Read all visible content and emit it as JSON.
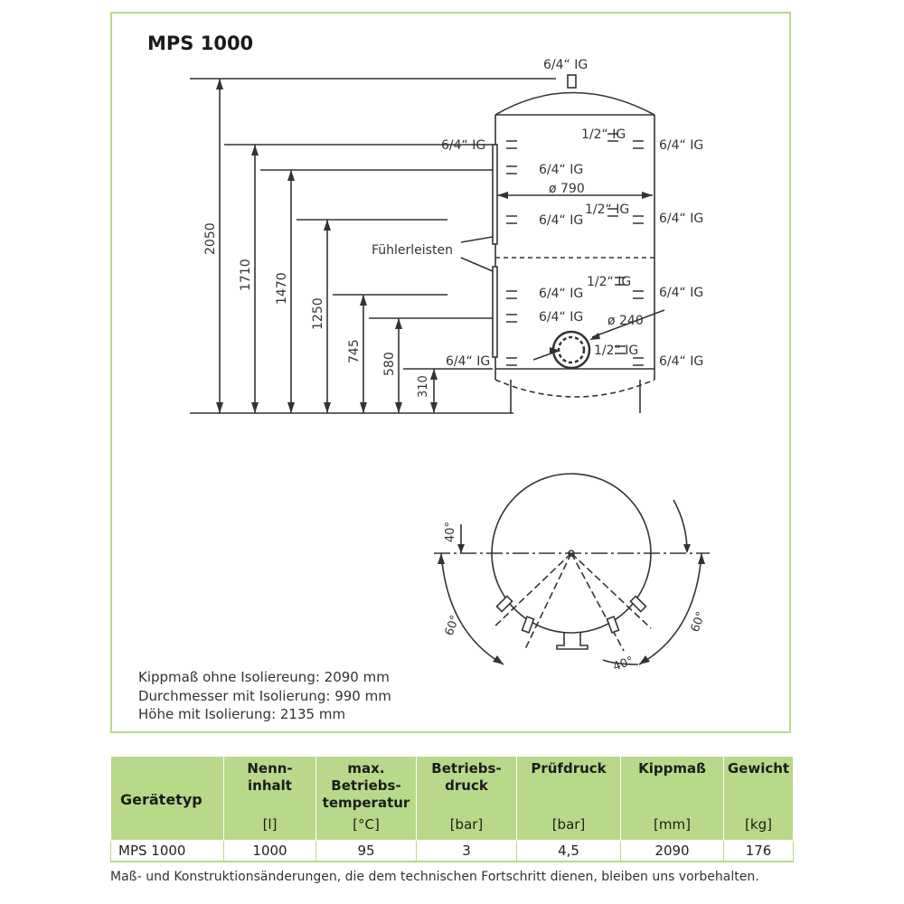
{
  "model_title": "MPS 1000",
  "drawing": {
    "dimensions": [
      "2050",
      "1710",
      "1470",
      "1250",
      "745",
      "580",
      "310"
    ],
    "connections": {
      "top": "6/4“ IG",
      "left_1710": "6/4“ IG",
      "right_upper": "6/4“ IG",
      "half_upper": "1/2“ IG",
      "mid_1470": "6/4“ IG",
      "dia_tank": "ø 790",
      "left_1250": "6/4“ IG",
      "half_1250": "1/2“ IG",
      "right_1250": "6/4“ IG",
      "left_745a": "6/4“ IG",
      "half_745": "1/2“ IG",
      "right_745": "6/4“ IG",
      "left_580": "6/4“ IG",
      "dia_flange": "ø 240",
      "left_310": "6/4“ IG",
      "half_310": "1/2“ IG",
      "right_310": "6/4“ IG"
    },
    "sensor_label": "Fühlerleisten",
    "angles": {
      "left_40": "40°",
      "left_60": "60°",
      "right_40": "40°",
      "right_60": "60°"
    }
  },
  "notes": [
    "Kippmaß ohne Isoliereung: 2090 mm",
    "Durchmesser mit Isolierung: 990 mm",
    "Höhe mit Isolierung: 2135 mm"
  ],
  "table": {
    "columns": [
      {
        "label": "Gerätetyp",
        "unit": ""
      },
      {
        "label": "Nenn-\ninhalt",
        "unit": "[l]"
      },
      {
        "label": "max.\nBetriebs-\ntemperatur",
        "unit": "[°C]"
      },
      {
        "label": "Betriebs-\ndruck",
        "unit": "[bar]"
      },
      {
        "label": "Prüfdruck",
        "unit": "[bar]"
      },
      {
        "label": "Kippmaß",
        "unit": "[mm]"
      },
      {
        "label": "Gewicht",
        "unit": "[kg]"
      }
    ],
    "rows": [
      [
        "MPS 1000",
        "1000",
        "95",
        "3",
        "4,5",
        "2090",
        "176"
      ]
    ]
  },
  "footnote": "Maß- und Konstruktionsänderungen, die dem technischen Fortschritt dienen, bleiben uns vorbehalten.",
  "colors": {
    "accent_green": "#b9d98a",
    "line": "#333333"
  }
}
